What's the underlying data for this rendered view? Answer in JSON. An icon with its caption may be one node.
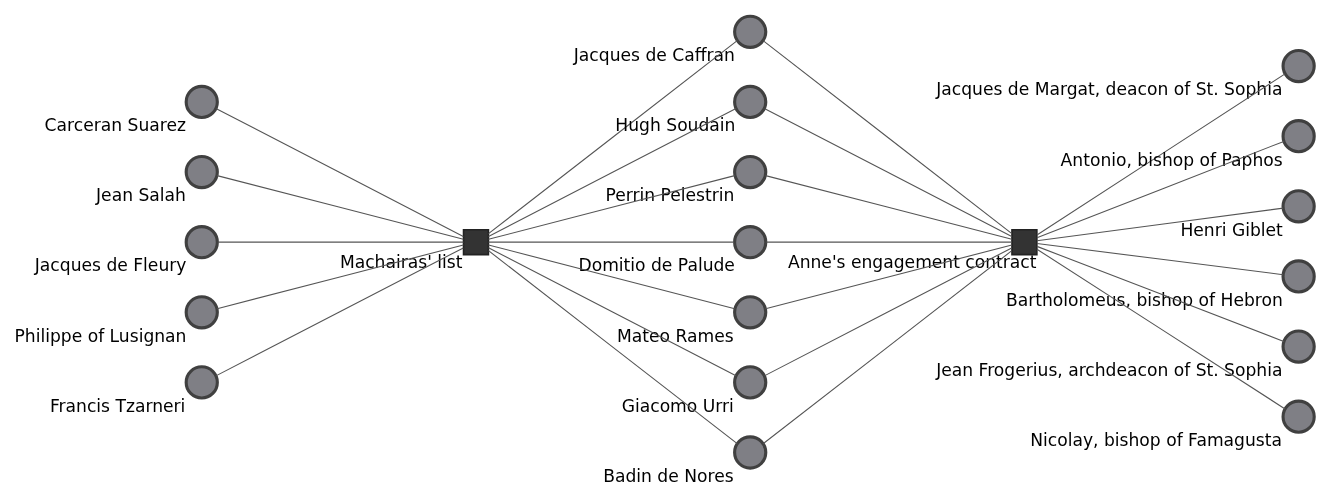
{
  "diagram": {
    "nodes": [
      {
        "text": [],
        "shape": "box",
        "beside": [
          "Machairas' list"
        ]
      },
      {
        "text": [],
        "shape": "box",
        "beside": [
          "Anne's engagement contract"
        ]
      },
      {
        "text": [],
        "shape": "circle",
        "beside": [
          "Carceran Suarez"
        ]
      },
      {
        "text": [],
        "shape": "circle",
        "beside": [
          "Jean Salah"
        ]
      },
      {
        "text": [],
        "shape": "circle",
        "beside": [
          "Jacques de Fleury"
        ]
      },
      {
        "text": [],
        "shape": "circle",
        "beside": [
          "Philippe of Lusignan"
        ]
      },
      {
        "text": [],
        "shape": "circle",
        "beside": [
          "Francis Tzarneri"
        ]
      },
      {
        "text": [],
        "shape": "circle",
        "beside": [
          "Jacques de Caffran"
        ]
      },
      {
        "text": [],
        "shape": "circle",
        "beside": [
          "Hugh Soudain"
        ]
      },
      {
        "text": [],
        "shape": "circle",
        "beside": [
          "Perrin Pelestrin"
        ]
      },
      {
        "text": [],
        "shape": "circle",
        "beside": [
          "Domitio de Palude"
        ]
      },
      {
        "text": [],
        "shape": "circle",
        "beside": [
          "Mateo Rames"
        ]
      },
      {
        "text": [],
        "shape": "circle",
        "beside": [
          "Giacomo Urri"
        ]
      },
      {
        "text": [],
        "shape": "circle",
        "beside": [
          "Badin de Nores"
        ]
      },
      {
        "text": [],
        "shape": "circle",
        "beside": [
          "Jacques de Margat, deacon of St. Sophia"
        ]
      },
      {
        "text": [],
        "shape": "circle",
        "beside": [
          "Antonio, bishop of Paphos"
        ]
      },
      {
        "text": [],
        "shape": "circle",
        "beside": [
          "Henri Giblet"
        ]
      },
      {
        "text": [],
        "shape": "circle",
        "beside": [
          "Bartholomeus, bishop of Hebron"
        ]
      },
      {
        "text": [],
        "shape": "circle",
        "beside": [
          "Jean Frogerius, archdeacon of St. Sophia"
        ]
      },
      {
        "text": [],
        "shape": "circle",
        "beside": [
          "Nicolay, bishop of Famagusta"
        ]
      }
    ],
    "edges": [
      {
        "from": 2,
        "to": 0,
        "arrow": "none"
      },
      {
        "from": 3,
        "to": 0,
        "arrow": "none"
      },
      {
        "from": 4,
        "to": 0,
        "arrow": "none"
      },
      {
        "from": 5,
        "to": 0,
        "arrow": "none"
      },
      {
        "from": 6,
        "to": 0,
        "arrow": "none"
      },
      {
        "from": 0,
        "to": 7,
        "arrow": "none"
      },
      {
        "from": 0,
        "to": 8,
        "arrow": "none"
      },
      {
        "from": 0,
        "to": 9,
        "arrow": "none"
      },
      {
        "from": 0,
        "to": 10,
        "arrow": "none"
      },
      {
        "from": 0,
        "to": 11,
        "arrow": "none"
      },
      {
        "from": 0,
        "to": 12,
        "arrow": "none"
      },
      {
        "from": 0,
        "to": 13,
        "arrow": "none"
      },
      {
        "from": 7,
        "to": 1,
        "arrow": "none"
      },
      {
        "from": 8,
        "to": 1,
        "arrow": "none"
      },
      {
        "from": 9,
        "to": 1,
        "arrow": "none"
      },
      {
        "from": 10,
        "to": 1,
        "arrow": "none"
      },
      {
        "from": 11,
        "to": 1,
        "arrow": "none"
      },
      {
        "from": 12,
        "to": 1,
        "arrow": "none"
      },
      {
        "from": 13,
        "to": 1,
        "arrow": "none"
      },
      {
        "from": 1,
        "to": 14,
        "arrow": "none"
      },
      {
        "from": 1,
        "to": 15,
        "arrow": "none"
      },
      {
        "from": 1,
        "to": 16,
        "arrow": "none"
      },
      {
        "from": 1,
        "to": 17,
        "arrow": "none"
      },
      {
        "from": 1,
        "to": 18,
        "arrow": "none"
      },
      {
        "from": 1,
        "to": 19,
        "arrow": "none"
      }
    ]
  }
}
